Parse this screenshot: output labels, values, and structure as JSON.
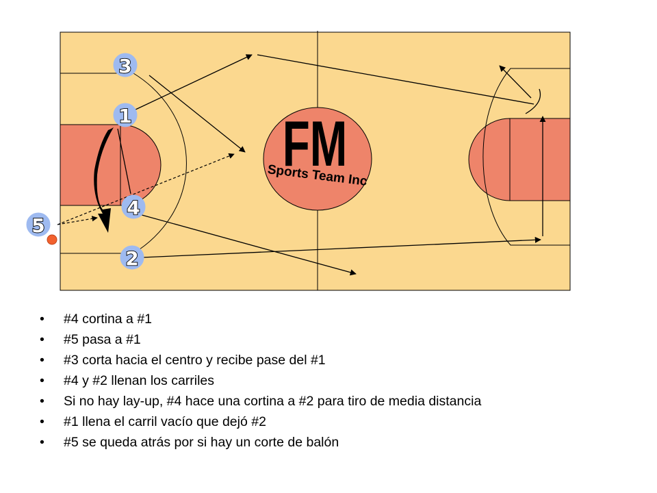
{
  "logo": {
    "title": "FM",
    "subtitle": "Sports Team Inc"
  },
  "players": [
    {
      "id": "p3",
      "label": "3"
    },
    {
      "id": "p1",
      "label": "1"
    },
    {
      "id": "p4",
      "label": "4"
    },
    {
      "id": "p5",
      "label": "5"
    },
    {
      "id": "p2",
      "label": "2"
    }
  ],
  "colors": {
    "court": "#FBD88F",
    "paint": "#EE846A",
    "player_badge": "#9EBAF0",
    "ball": "#F2612E",
    "lines": "#000000"
  },
  "notes": [
    "#4 cortina a #1",
    "#5 pasa a #1",
    "#3 corta hacia el centro y recibe pase del #1",
    "#4 y #2 llenan los carriles",
    "Si no hay lay-up, #4 hace una cortina a #2 para tiro de media distancia",
    "#1 llena el carril vacío que dejó #2",
    "#5 se queda atrás por si hay un corte de balón"
  ]
}
